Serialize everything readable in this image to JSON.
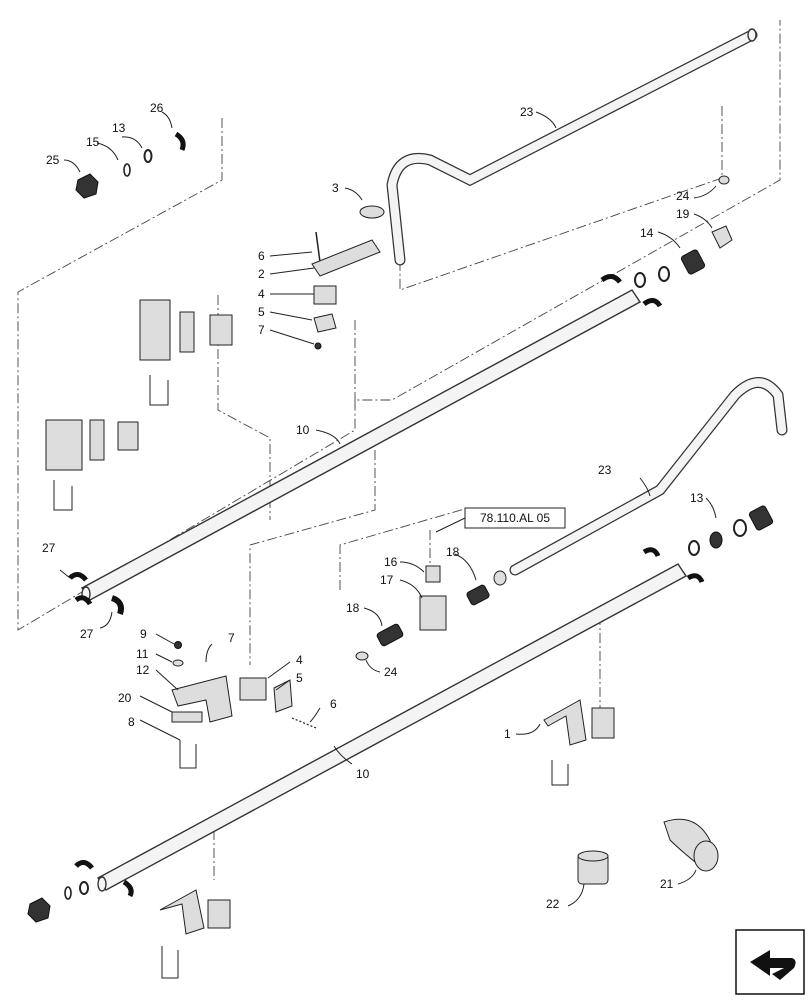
{
  "reference_label": "78.110.AL 05",
  "callouts": {
    "c26": "26",
    "c13a": "13",
    "c15": "15",
    "c25": "25",
    "c23a": "23",
    "c3": "3",
    "c24a": "24",
    "c19": "19",
    "c14": "14",
    "c6a": "6",
    "c2": "2",
    "c4a": "4",
    "c5a": "5",
    "c7a": "7",
    "c10a": "10",
    "c27a": "27",
    "c27b": "27",
    "c9": "9",
    "c7b": "7",
    "c11": "11",
    "c12": "12",
    "c4b": "4",
    "c5b": "5",
    "c20": "20",
    "c6b": "6",
    "c8": "8",
    "c23b": "23",
    "c13b": "13",
    "c16": "16",
    "c18a": "18",
    "c17": "17",
    "c18b": "18",
    "c24b": "24",
    "c1": "1",
    "c10b": "10",
    "c22": "22",
    "c21": "21"
  },
  "icons": {
    "nav": "arrow-navigation-icon"
  }
}
